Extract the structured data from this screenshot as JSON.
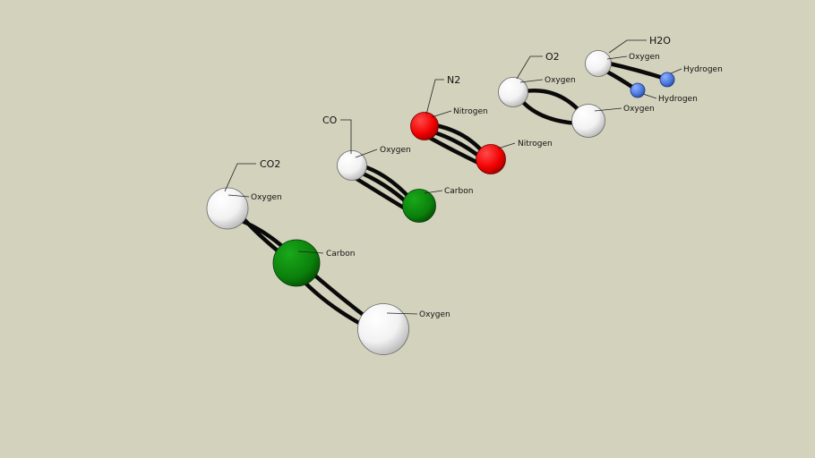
{
  "colors": {
    "background": "#d3d2bd",
    "oxygen": "#ffffff",
    "carbon": "#0a8a0a",
    "nitrogen": "#ff0000",
    "hydrogen": "#4a78e0",
    "bond": "#0a0a0a"
  },
  "molecules": {
    "co2": {
      "title": "CO2",
      "oxygen_top_label": "Oxygen",
      "carbon_label": "Carbon",
      "oxygen_bottom_label": "Oxygen"
    },
    "co": {
      "title": "CO",
      "oxygen_label": "Oxygen",
      "carbon_label": "Carbon"
    },
    "n2": {
      "title": "N2",
      "nitrogen_top_label": "Nitrogen",
      "nitrogen_bottom_label": "Nitrogen"
    },
    "o2": {
      "title": "O2",
      "oxygen_top_label": "Oxygen",
      "oxygen_bottom_label": "Oxygen"
    },
    "h2o": {
      "title": "H2O",
      "oxygen_label": "Oxygen",
      "hydrogen_right_label": "Hydrogen",
      "hydrogen_bottom_label": "Hydrogen"
    }
  }
}
